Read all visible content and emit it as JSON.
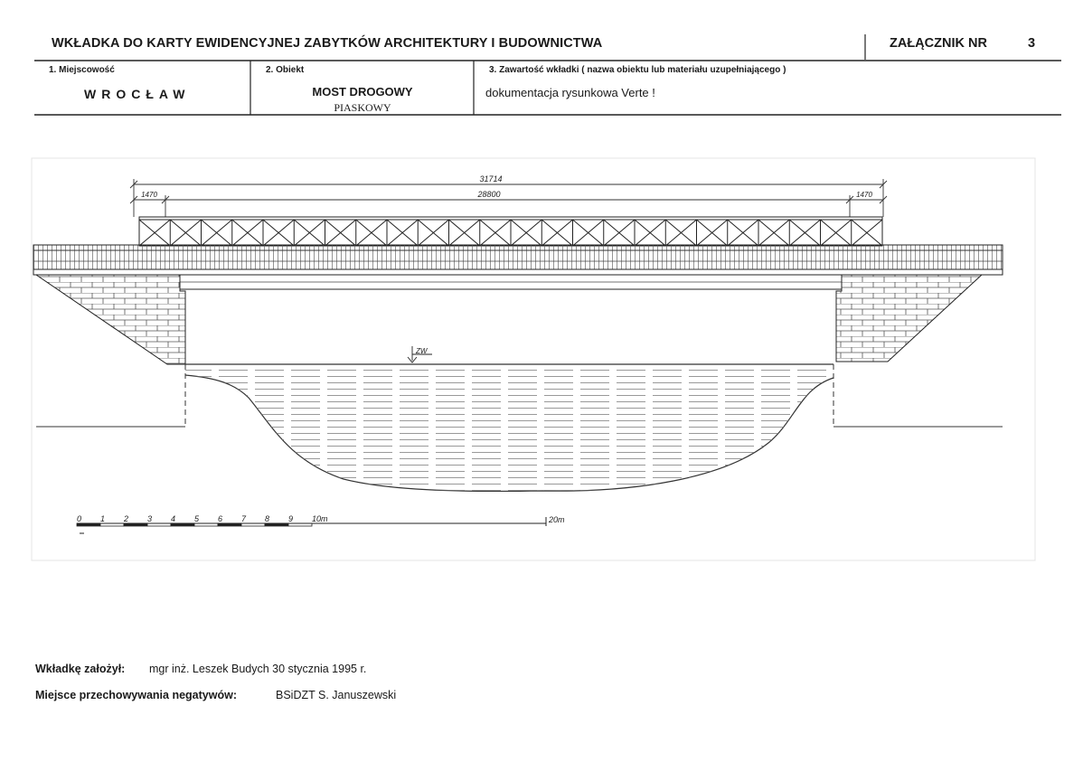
{
  "header": {
    "title": "WKŁADKA DO KARTY EWIDENCYJNEJ ZABYTKÓW ARCHITEKTURY I BUDOWNICTWA",
    "annex_label": "ZAŁĄCZNIK NR",
    "annex_number": "3"
  },
  "fields": {
    "locality_label": "1. Miejscowość",
    "locality_value": "WROCŁAW",
    "object_label": "2. Obiekt",
    "object_name": "MOST DROGOWY",
    "object_material": "PIASKOWY",
    "content_label": "3. Zawartość wkładki ( nazwa obiektu lub materiału uzupełniającego )",
    "content_value": "dokumentacja rysunkowa  Verte !"
  },
  "drawing": {
    "dim_total": "31714",
    "dim_span": "28800",
    "dim_left": "1470",
    "dim_right": "1470",
    "water_mark": "ZW",
    "scale_ticks": [
      "0",
      "1",
      "2",
      "3",
      "4",
      "5",
      "6",
      "7",
      "8",
      "9",
      "10m"
    ],
    "scale_end": "20m"
  },
  "footer": {
    "author_label": "Wkładkę założył:",
    "author_value": "mgr inż. Leszek Budych  30 stycznia 1995 r.",
    "storage_label": "Miejsce przechowywania negatywów:",
    "storage_value": "BSiDZT  S. Januszewski"
  }
}
